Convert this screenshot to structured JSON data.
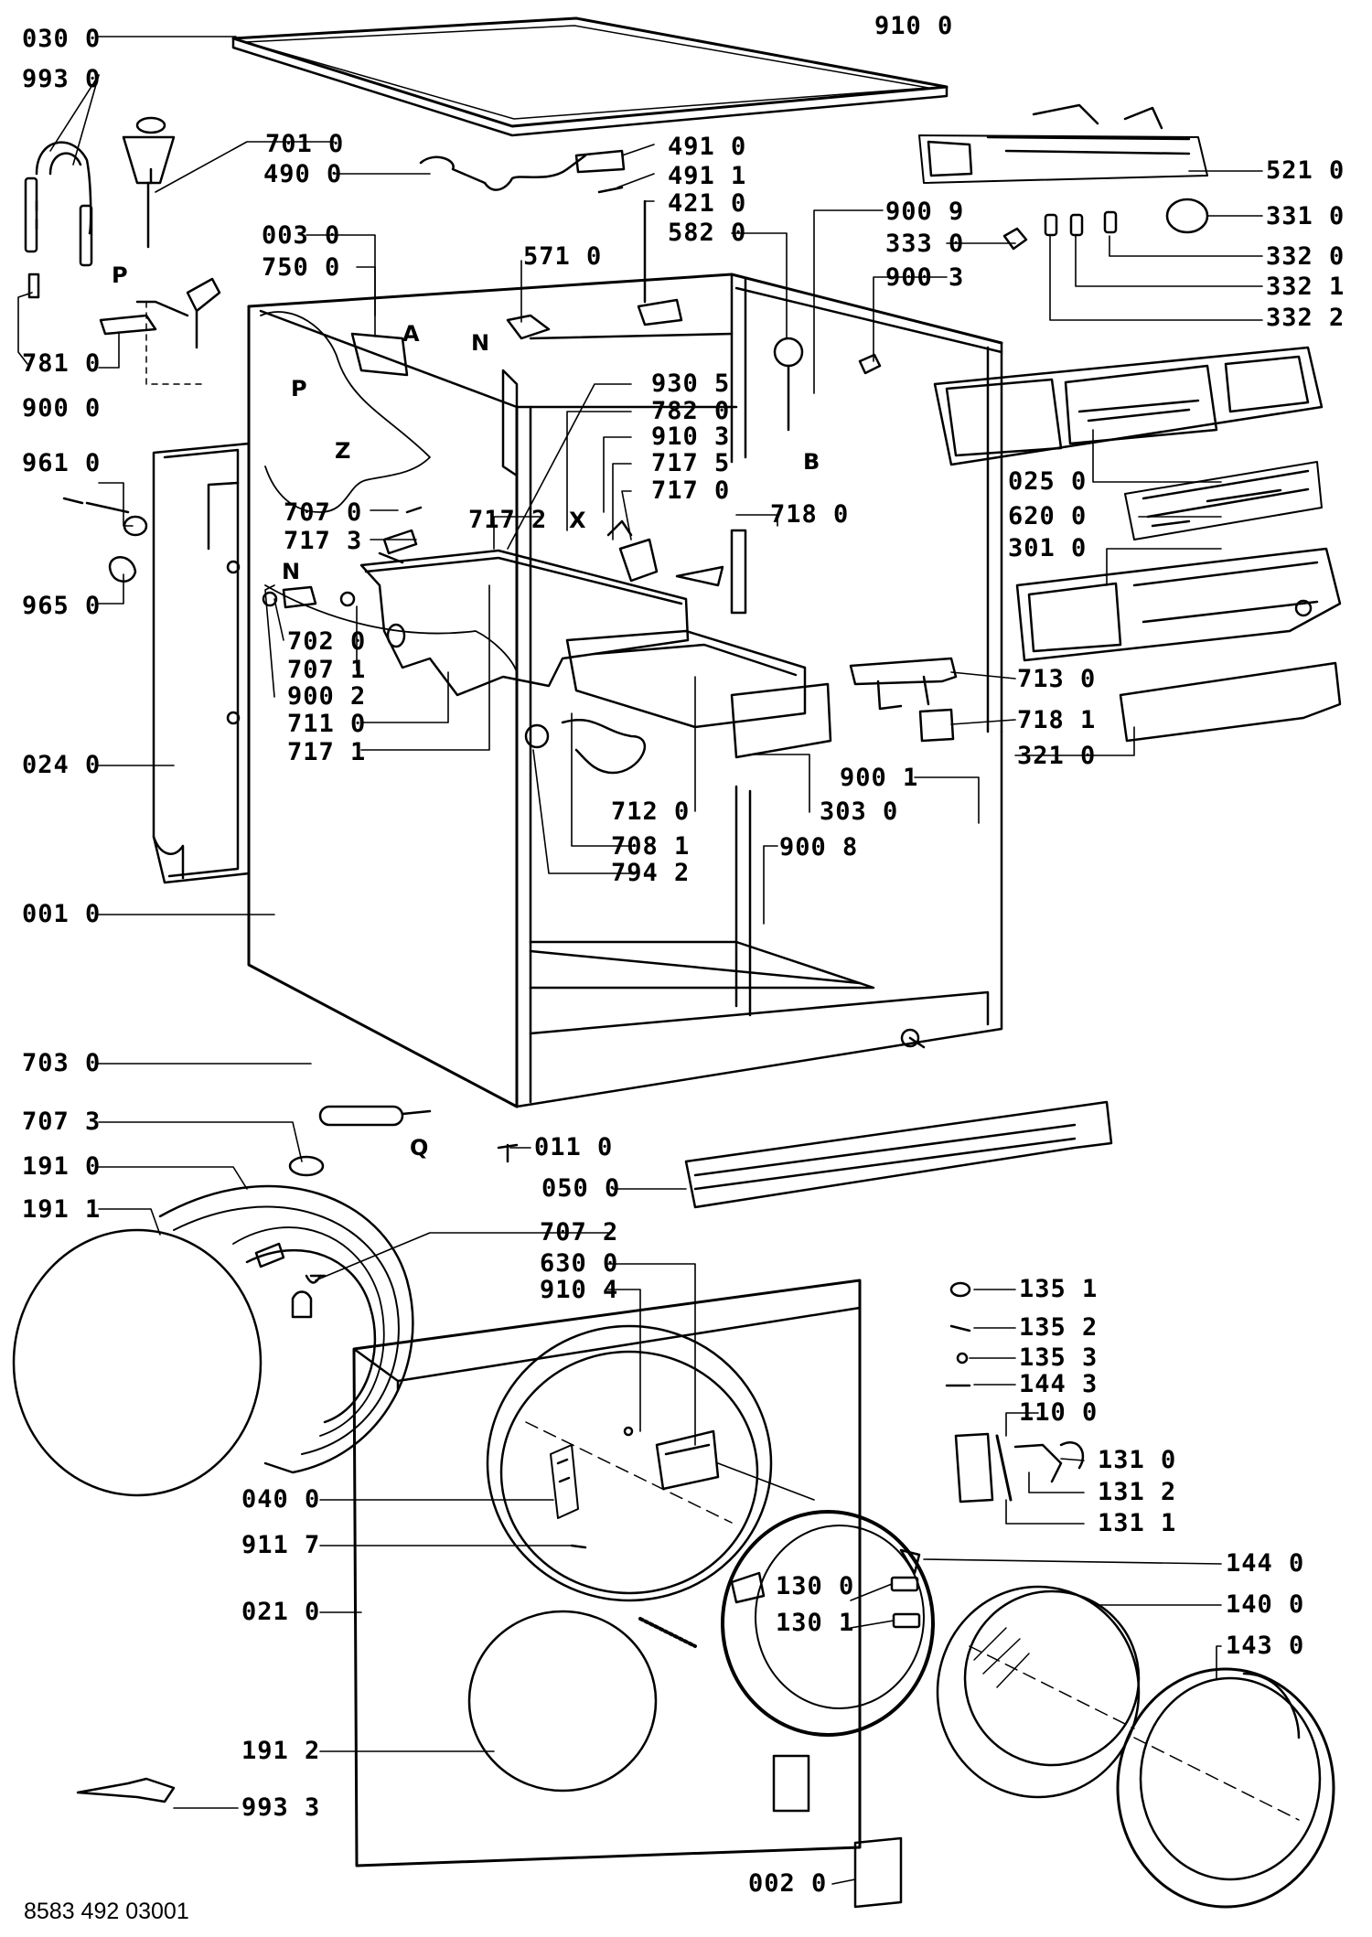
{
  "labels": {
    "p9100": "910 0",
    "p0300": "030 0",
    "p9930": "993 0",
    "p7010": "701 0",
    "p4900": "490 0",
    "p4910": "491 0",
    "p4911": "491 1",
    "p4210": "421 0",
    "p5820": "582 0",
    "p9009": "900 9",
    "p3330": "333 0",
    "p9003": "900 3",
    "p5210": "521 0",
    "p3310": "331 0",
    "p3320": "332 0",
    "p3321": "332 1",
    "p3322": "332 2",
    "p0030": "003 0",
    "p7500": "750 0",
    "p5710": "571 0",
    "p7810": "781 0",
    "p9000": "900 0",
    "p9305": "930 5",
    "p7820": "782 0",
    "p9103": "910 3",
    "p7175": "717 5",
    "p7170": "717 0",
    "p7180": "718 0",
    "p0250": "025 0",
    "p6200": "620 0",
    "p3010": "301 0",
    "p9610": "961 0",
    "p7070": "707 0",
    "p7173": "717 3",
    "p7172": "717 2",
    "p9650": "965 0",
    "p7020": "702 0",
    "p7071": "707 1",
    "p9002": "900 2",
    "p7110": "711 0",
    "p7171": "717 1",
    "p7130": "713 0",
    "p7181": "718 1",
    "p3210": "321 0",
    "p0240": "024 0",
    "p9001": "900 1",
    "p3030": "303 0",
    "p7120": "712 0",
    "p7081": "708 1",
    "p7942": "794 2",
    "p9008": "900 8",
    "p0010": "001 0",
    "p7030": "703 0",
    "p7073": "707 3",
    "p1910": "191 0",
    "p1911": "191 1",
    "p0110": "011 0",
    "p0500": "050 0",
    "p7072": "707 2",
    "p6300": "630 0",
    "p9104": "910 4",
    "p1351": "135 1",
    "p1352": "135 2",
    "p1353": "135 3",
    "p1443": "144 3",
    "p1100": "110 0",
    "p1310": "131 0",
    "p1312": "131 2",
    "p1311": "131 1",
    "p0400": "040 0",
    "p9117": "911 7",
    "p0210": "021 0",
    "p1300": "130 0",
    "p1301": "130 1",
    "p1440": "144 0",
    "p1400": "140 0",
    "p1430": "143 0",
    "p1912": "191 2",
    "p9933": "993 3",
    "p0020": "002 0"
  },
  "letters": {
    "p_top": "P",
    "a": "A",
    "n_top": "N",
    "p_mid": "P",
    "z": "Z",
    "b": "B",
    "x": "X",
    "n_mid": "N",
    "q": "Q"
  },
  "document_number": "8583 492 03001",
  "colors": {
    "ink": "#000000",
    "paper": "#ffffff"
  }
}
